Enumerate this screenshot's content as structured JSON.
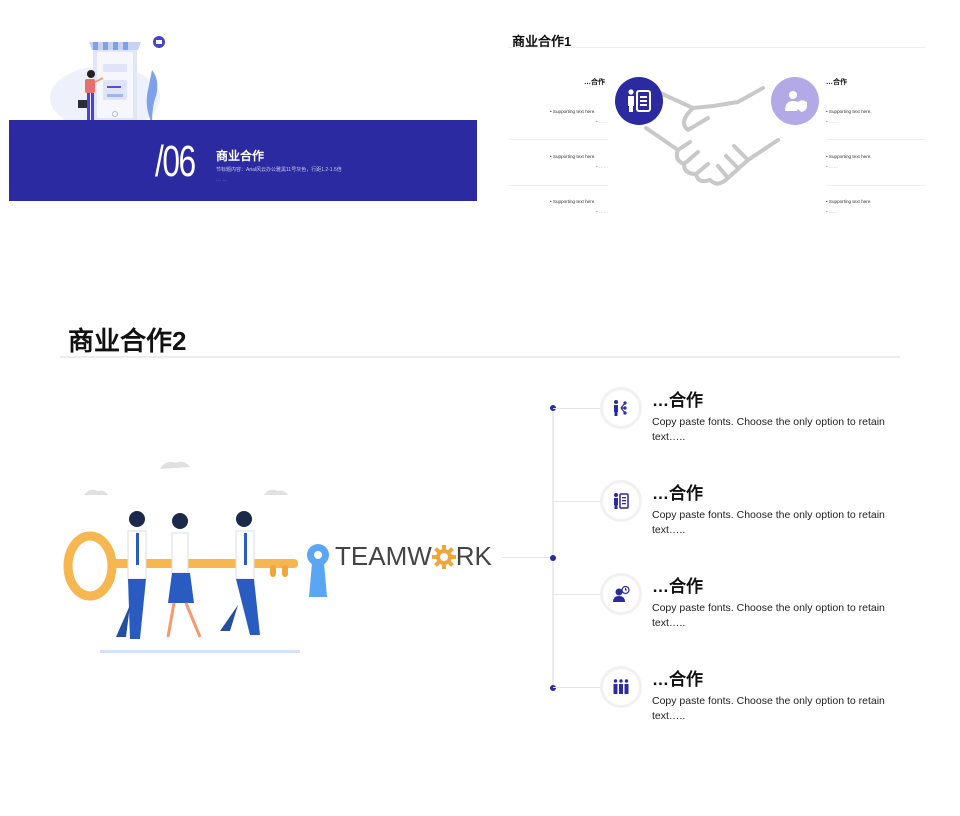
{
  "slide1": {
    "number": "/06",
    "title": "商业合作",
    "subtitle": "节标题内容：Arial风云办公雅黑11号灰色，行距1.2-1.5倍",
    "dots": "··· ···",
    "colors": {
      "banner": "#2b2aa1"
    }
  },
  "slide2": {
    "title": "商业合作1",
    "left": {
      "heading": "…合作",
      "items": [
        {
          "text": "Supporting text here.",
          "sub": "……"
        },
        {
          "text": "Supporting text here.",
          "sub": "……"
        },
        {
          "text": "Supporting text here.",
          "sub": "……"
        }
      ],
      "icon": "person-document-icon",
      "color": "#2b2aa1"
    },
    "right": {
      "heading": "…合作",
      "items": [
        {
          "text": "Supporting text here.",
          "sub": "……"
        },
        {
          "text": "Supporting text here.",
          "sub": "……"
        },
        {
          "text": "Supporting text here.",
          "sub": "……"
        }
      ],
      "icon": "person-shield-icon",
      "color": "#b3a9e6"
    }
  },
  "slide3": {
    "title": "商业合作2",
    "teamwork": {
      "before": "TEAMW",
      "after": "RK"
    },
    "items": [
      {
        "icon": "person-network-icon",
        "title": "…合作",
        "text": "Copy paste fonts. Choose the only option to retain text….."
      },
      {
        "icon": "person-document-icon",
        "title": "…合作",
        "text": "Copy paste fonts. Choose the only option to retain text….."
      },
      {
        "icon": "person-clock-icon",
        "title": "…合作",
        "text": "Copy paste fonts. Choose the only option to retain text….."
      },
      {
        "icon": "team-icon",
        "title": "…合作",
        "text": "Copy paste fonts. Choose the only option to retain text….."
      }
    ],
    "colors": {
      "accent": "#2b2aa1",
      "key": "#f6b650",
      "keyhole": "#5aa6f5"
    }
  }
}
